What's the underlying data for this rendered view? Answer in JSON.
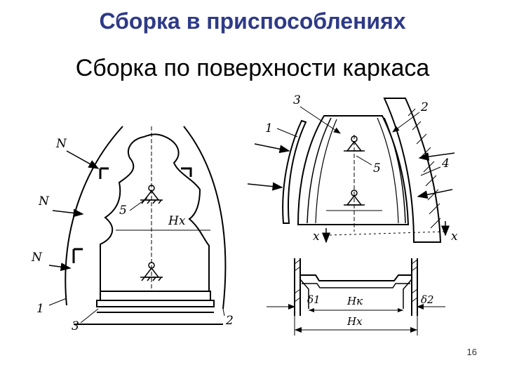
{
  "title": "Сборка в приспособлениях",
  "subtitle": "Сборка по поверхности каркаса",
  "page_number": "16",
  "left_figure": {
    "labels": {
      "force_top": "N",
      "force_mid": "N",
      "force_low": "N",
      "skin_left": "1",
      "skin_right": "2",
      "frame": "3",
      "clamp": "5",
      "height": "Hx"
    }
  },
  "right_figure": {
    "labels": {
      "skin": "1",
      "outer_skin": "2",
      "frame": "3",
      "outer_clamp": "4",
      "clamp": "5",
      "axis_left": "x",
      "axis_right": "x",
      "gap_left": "δ1",
      "gap_right": "δ2",
      "height_k": "Hк",
      "height_x": "Hx"
    }
  },
  "colors": {
    "title": "#2e3a87",
    "drawing": "#000000"
  }
}
